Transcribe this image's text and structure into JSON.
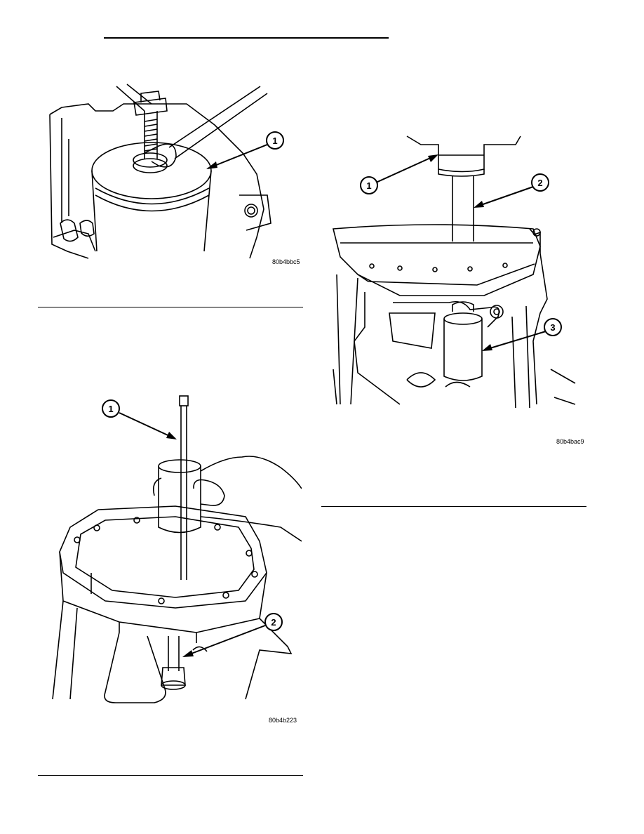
{
  "figures": [
    {
      "code": "80b4bbc5",
      "callouts": [
        "1"
      ]
    },
    {
      "code": "80b4b223",
      "callouts": [
        "1",
        "2"
      ]
    },
    {
      "code": "80b4bac9",
      "callouts": [
        "1",
        "2",
        "3"
      ]
    }
  ]
}
